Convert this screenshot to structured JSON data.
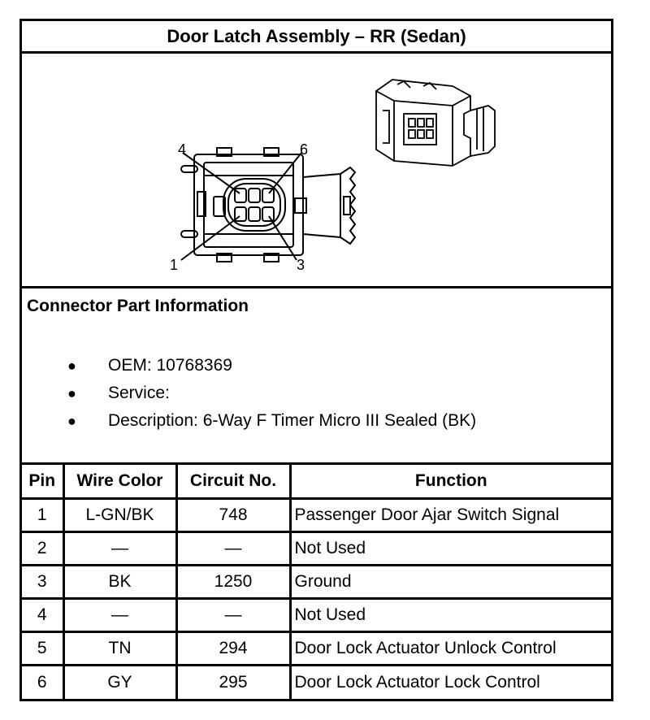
{
  "title": "Door Latch Assembly – RR (Sedan)",
  "figure": {
    "pin_labels": [
      "4",
      "6",
      "1",
      "3"
    ]
  },
  "connector_info": {
    "heading": "Connector Part Information",
    "items": [
      {
        "bullet": "●",
        "text": "OEM: 10768369"
      },
      {
        "bullet": "●",
        "text": "Service:"
      },
      {
        "bullet": "●",
        "text": "Description: 6-Way F Timer Micro III Sealed (BK)"
      }
    ]
  },
  "table": {
    "headers": [
      "Pin",
      "Wire Color",
      "Circuit No.",
      "Function"
    ],
    "rows": [
      [
        "1",
        "L-GN/BK",
        "748",
        "Passenger Door Ajar Switch Signal"
      ],
      [
        "2",
        "—",
        "—",
        "Not Used"
      ],
      [
        "3",
        "BK",
        "1250",
        "Ground"
      ],
      [
        "4",
        "—",
        "—",
        "Not Used"
      ],
      [
        "5",
        "TN",
        "294",
        "Door Lock Actuator Unlock Control"
      ],
      [
        "6",
        "GY",
        "295",
        "Door Lock Actuator Lock Control"
      ]
    ]
  }
}
